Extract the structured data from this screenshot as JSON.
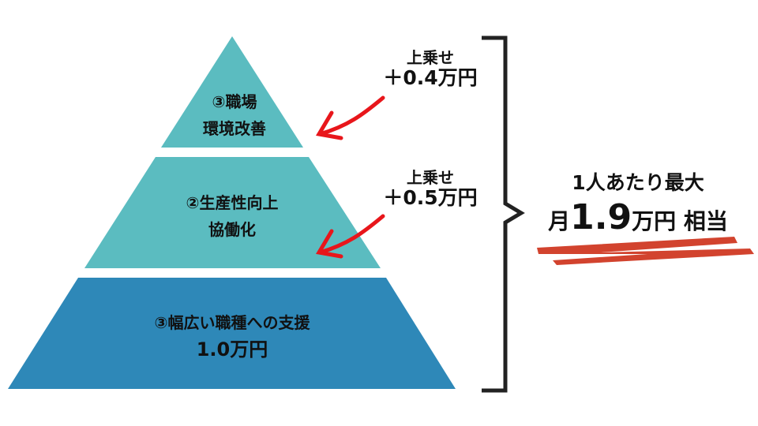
{
  "colors": {
    "top_tier": "#5bbcc0",
    "middle_tier": "#5bbcc0",
    "bottom_tier": "#2e88b8",
    "arrow": "#e8161b",
    "bracket": "#222222",
    "underline": "#d2432e"
  },
  "pyramid": {
    "top": {
      "line1": "③職場",
      "line2": "環境改善"
    },
    "middle": {
      "line1": "②生産性向上",
      "line2": "協働化"
    },
    "bottom": {
      "line1": "③幅広い職種への支援",
      "line2": "1.0万円"
    }
  },
  "additions": [
    {
      "label": "上乗せ",
      "amount": "＋0.4万円"
    },
    {
      "label": "上乗せ",
      "amount": "＋0.5万円"
    }
  ],
  "summary": {
    "line1": "1人あたり最大",
    "prefix": "月",
    "value": "1.9",
    "unit": "万円",
    "suffix": "相当"
  }
}
